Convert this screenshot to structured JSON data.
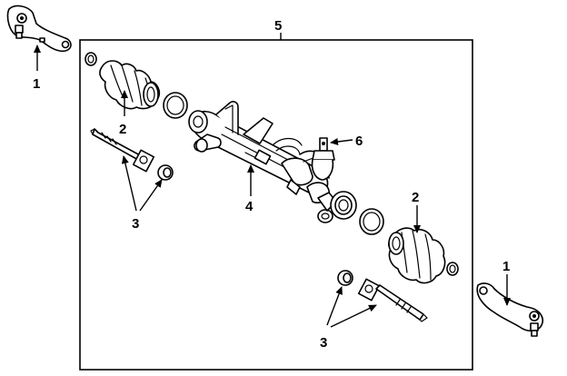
{
  "callouts": {
    "c1_left": "1",
    "c1_right": "1",
    "c2_left": "2",
    "c2_right": "2",
    "c3_left": "3",
    "c3_right": "3",
    "c4": "4",
    "c5": "5",
    "c6": "6"
  },
  "icons": {
    "arrow": "arrow-head-icon"
  }
}
